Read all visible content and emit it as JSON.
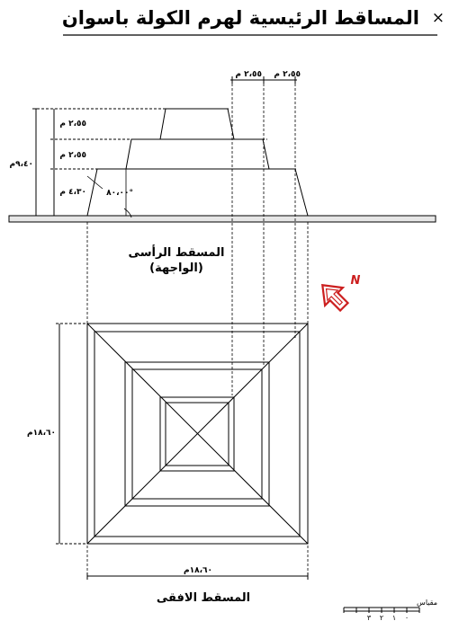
{
  "title": "المساقط الرئيسية لهرم الكولة باسوان",
  "title_marker": "×",
  "elevation": {
    "label_line1": "المسقط الرأسى",
    "label_line2": "(الواجهة)",
    "total_height": "٩،٤٠م",
    "step_heights": [
      "٢،٥٥ م",
      "٢،٥٥ م",
      "٤،٣٠ م"
    ],
    "angle": "٨٠،٠٠°",
    "top_widths": [
      "٢،٥٥ م",
      "٢،٥٥ م"
    ]
  },
  "plan": {
    "label": "المسقط الافقى",
    "side_vertical": "١٨،٦٠م",
    "side_horizontal": "١٨،٦٠م"
  },
  "north_arrow": {
    "letter": "N"
  },
  "scale_bar": {
    "label": "مقياس",
    "ticks": [
      "٣",
      "٢",
      "١",
      "٠"
    ]
  }
}
